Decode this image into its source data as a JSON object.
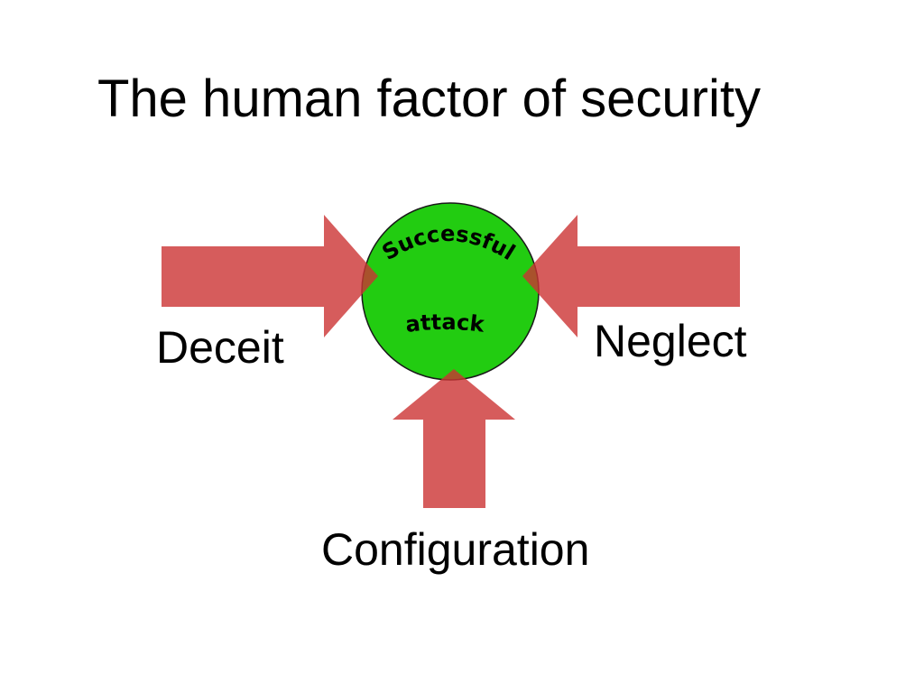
{
  "slide": {
    "title": "The human factor of security"
  },
  "diagram": {
    "center": {
      "line1": "Successful",
      "line2": "attack",
      "fill": "#22cc11",
      "stroke": "#1a1a1a"
    },
    "arrows": [
      {
        "label": "Deceit",
        "direction": "right",
        "color": "#cc3333"
      },
      {
        "label": "Neglect",
        "direction": "left",
        "color": "#cc3333"
      },
      {
        "label": "Configuration",
        "direction": "up",
        "color": "#cc3333"
      }
    ]
  }
}
